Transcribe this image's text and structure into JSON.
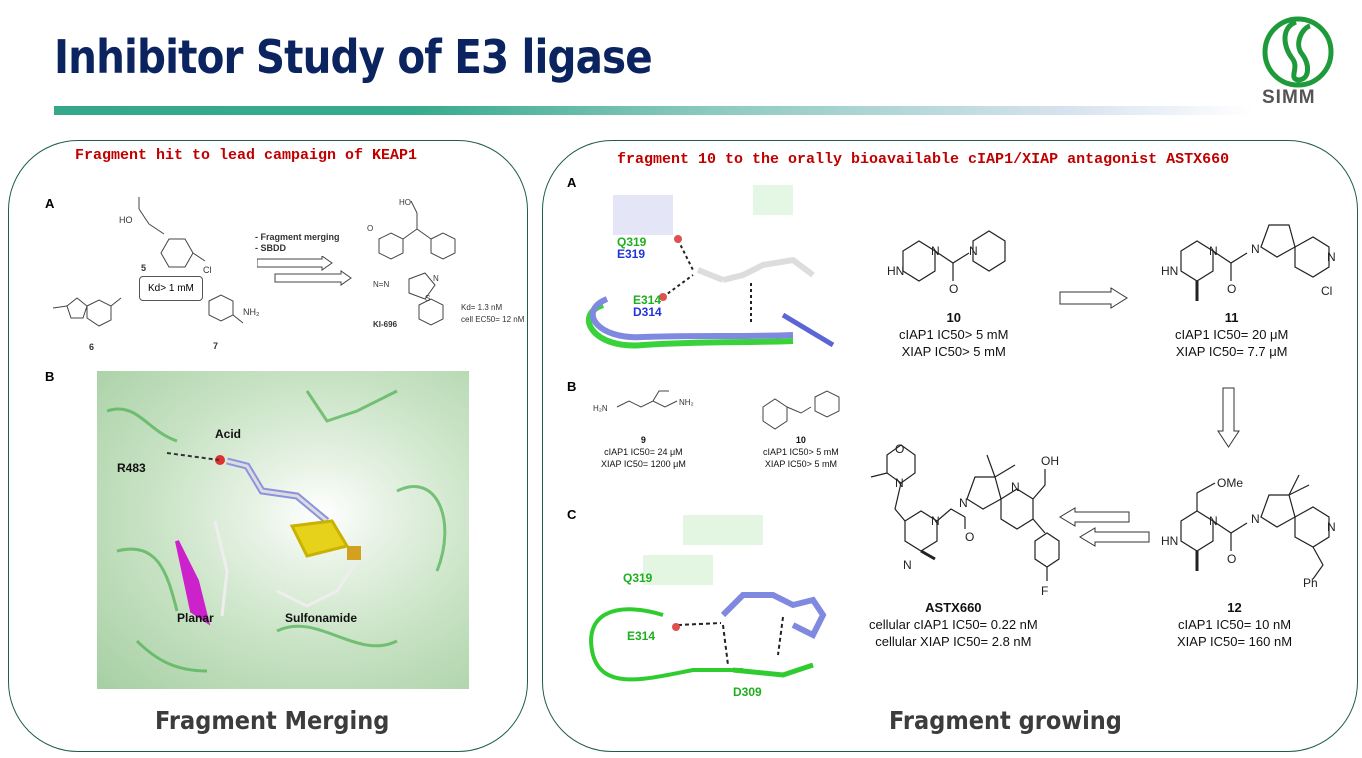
{
  "slide": {
    "title": "Inhibitor Study of E3 ligase",
    "logo_text": "SIMM"
  },
  "left_panel": {
    "heading": "Fragment hit to lead campaign of KEAP1",
    "footer": "Fragment Merging",
    "figure_a": {
      "label": "A",
      "fragments": [
        {
          "id": "5",
          "group": "HO",
          "substituent": "Cl"
        },
        {
          "id": "6"
        },
        {
          "id": "7",
          "group": "NH2"
        }
      ],
      "kd_box": "Kd> 1 mM",
      "arrow_notes": [
        "- Fragment merging",
        "- SBDD"
      ],
      "product": {
        "name": "KI-696",
        "kd": "Kd= 1.3 nM",
        "cell_ec50": "cell EC50= 12 nM"
      }
    },
    "figure_b": {
      "label": "B",
      "annotations": [
        "Acid",
        "R483",
        "Planar",
        "Sulfonamide"
      ]
    }
  },
  "right_panel": {
    "heading": "fragment 10 to the orally bioavailable cIAP1/XIAP antagonist ASTX660",
    "footer": "Fragment growing",
    "figure_a": {
      "label": "A",
      "residues": [
        {
          "green": "Q319",
          "blue": "E319"
        },
        {
          "green": "E314",
          "blue": "D314"
        }
      ]
    },
    "figure_b": {
      "label": "B",
      "compounds": [
        {
          "id": "9",
          "line1": "cIAP1 IC50= 24 μM",
          "line2": "XIAP IC50= 1200 μM"
        },
        {
          "id": "10",
          "line1": "cIAP1 IC50> 5 mM",
          "line2": "XIAP IC50> 5 mM"
        }
      ]
    },
    "figure_c": {
      "label": "C",
      "residues": [
        "Q319",
        "E314",
        "D309"
      ]
    },
    "series": [
      {
        "id": "10",
        "line1": "cIAP1 IC50> 5 mM",
        "line2": "XIAP IC50> 5 mM"
      },
      {
        "id": "11",
        "line1": "cIAP1 IC50= 20 μM",
        "line2": "XIAP IC50= 7.7 μM"
      },
      {
        "id": "12",
        "line1": "cIAP1 IC50= 10 nM",
        "line2": "XIAP IC50= 160 nM"
      },
      {
        "id": "ASTX660",
        "line1": "cellular cIAP1 IC50= 0.22 nM",
        "line2": "cellular XIAP IC50= 2.8 nM"
      }
    ]
  }
}
